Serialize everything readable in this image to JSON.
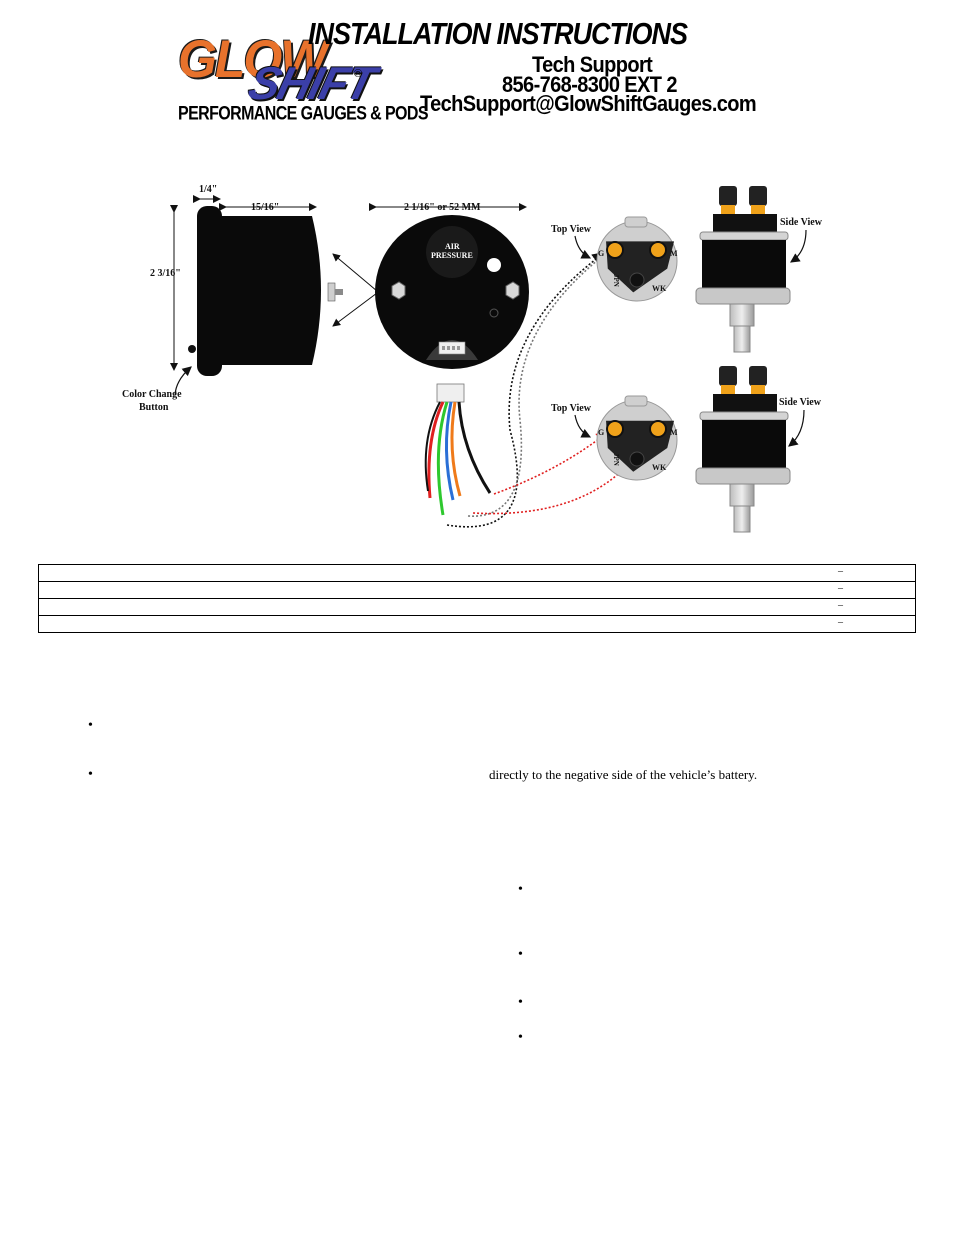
{
  "header": {
    "logo_top": "GLOW",
    "logo_bottom": "SHIFT",
    "logo_reg": "®",
    "logo_tagline": "PERFORMANCE GAUGES & PODS",
    "title": "INSTALLATION INSTRUCTIONS",
    "tech_support_label": "Tech Support",
    "tech_support_phone": "856-768-8300 EXT 2",
    "tech_support_email": "TechSupport@GlowShiftGauges.com"
  },
  "diagram": {
    "dim_depth_bezel": "1/4\"",
    "dim_depth_body": "15/16\"",
    "dim_height": "2 3/16\"",
    "dim_diameter": "2 1/16\" or 52 MM",
    "color_change_label_1": "Color Change",
    "color_change_label_2": "Button",
    "gauge_face_line_1": "AIR",
    "gauge_face_line_2": "PRESSURE",
    "top_view_label": "Top View",
    "side_view_label": "Side View",
    "terminal_g": "G",
    "terminal_m": "M",
    "terminal_wk": "WK",
    "sender_stamp": "JPN"
  },
  "spec_table": {
    "rows": [
      {
        "mark": "–"
      },
      {
        "mark": "–"
      },
      {
        "mark": "–"
      },
      {
        "mark": "–"
      }
    ]
  },
  "body": {
    "bullet_symbol": "•",
    "battery_text": "directly to the negative side of the vehicle’s battery."
  },
  "colors": {
    "logo_orange": "#e8722c",
    "logo_blue": "#3b3fa8",
    "terminal_gold": "#f0a21a",
    "wire_red": "#e02020",
    "wire_green": "#2ec82e",
    "wire_blue": "#2a6fd6",
    "wire_orange": "#ef7a1a"
  }
}
